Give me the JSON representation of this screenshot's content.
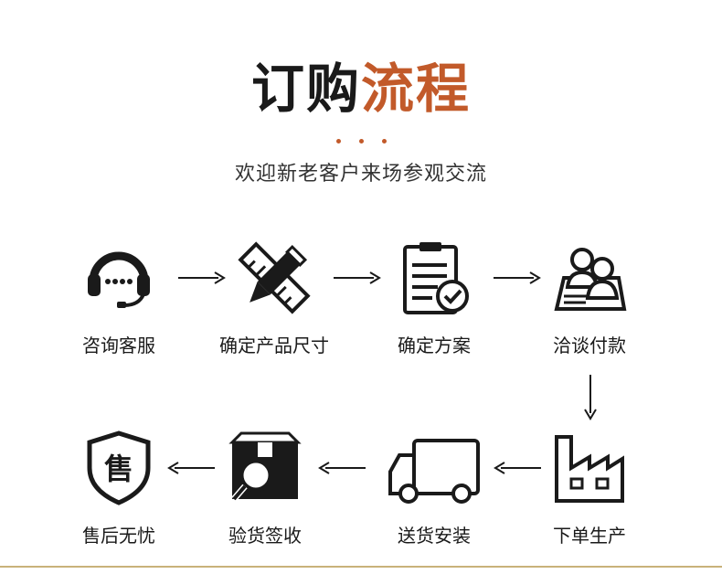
{
  "header": {
    "title_part1": "订购",
    "title_part2": "流程",
    "subtitle": "欢迎新老客户来场参观交流"
  },
  "steps": [
    {
      "label": "咨询客服",
      "icon": "headset-icon"
    },
    {
      "label": "确定产品尺寸",
      "icon": "pencil-ruler-icon"
    },
    {
      "label": "确定方案",
      "icon": "clipboard-check-icon"
    },
    {
      "label": "洽谈付款",
      "icon": "people-meeting-icon"
    },
    {
      "label": "下单生产",
      "icon": "factory-icon"
    },
    {
      "label": "送货安装",
      "icon": "delivery-truck-icon"
    },
    {
      "label": "验货签收",
      "icon": "box-inspect-icon"
    },
    {
      "label": "售后无忧",
      "icon": "after-sales-shield-icon"
    }
  ],
  "icons": {
    "after_sales_badge_text": "售"
  },
  "colors": {
    "accent": "#c25a2a",
    "text": "#1a1a1a",
    "bottom_line": "#c9b27a"
  }
}
